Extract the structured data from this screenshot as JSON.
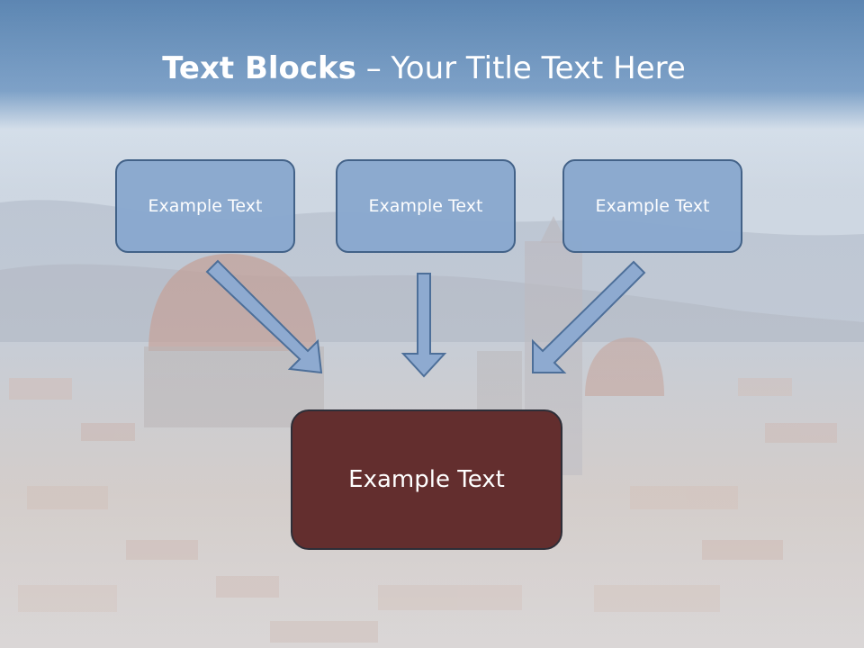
{
  "slide": {
    "title_bold": "Text Blocks",
    "title_dash": " – ",
    "title_rest": "Your Title Text Here",
    "blocks": [
      "Example Text",
      "Example Text",
      "Example Text"
    ],
    "main_block": "Example Text"
  },
  "colors": {
    "header": "#4a76a8",
    "small_box_fill": "#8aa9cf",
    "small_box_border": "#3f5f86",
    "main_box_fill": "#632e2e",
    "arrow_fill": "#8eaad0",
    "arrow_stroke": "#4d6f99"
  }
}
